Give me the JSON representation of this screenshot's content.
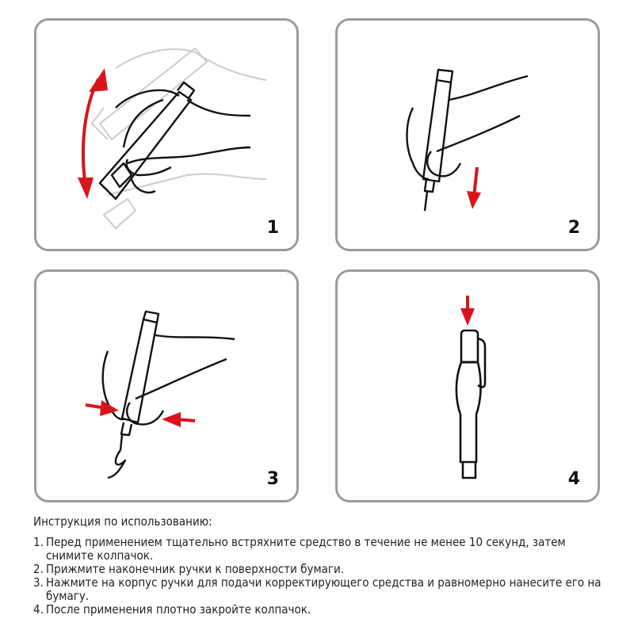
{
  "steps": [
    {
      "number": "1",
      "illustration": "shake-pen-illustration"
    },
    {
      "number": "2",
      "illustration": "press-tip-to-paper-illustration"
    },
    {
      "number": "3",
      "illustration": "squeeze-pen-body-illustration"
    },
    {
      "number": "4",
      "illustration": "close-cap-illustration"
    }
  ],
  "colors": {
    "arrow": "#d7141c",
    "border": "#9b9b9b",
    "line": "#111111",
    "ghost": "#cfcfcf"
  },
  "instructions": {
    "title": "Инструкция по использованию:",
    "items": [
      {
        "n": "1.",
        "text": "Перед применением тщательно встряхните средство в течение не менее 10 секунд, затем снимите колпачок."
      },
      {
        "n": "2.",
        "text": "Прижмите наконечник ручки к поверхности бумаги."
      },
      {
        "n": "3.",
        "text": "Нажмите на корпус ручки для подачи корректирующего средства и равномерно нанесите его на бумагу."
      },
      {
        "n": "4.",
        "text": "После применения плотно закройте колпачок."
      }
    ]
  }
}
